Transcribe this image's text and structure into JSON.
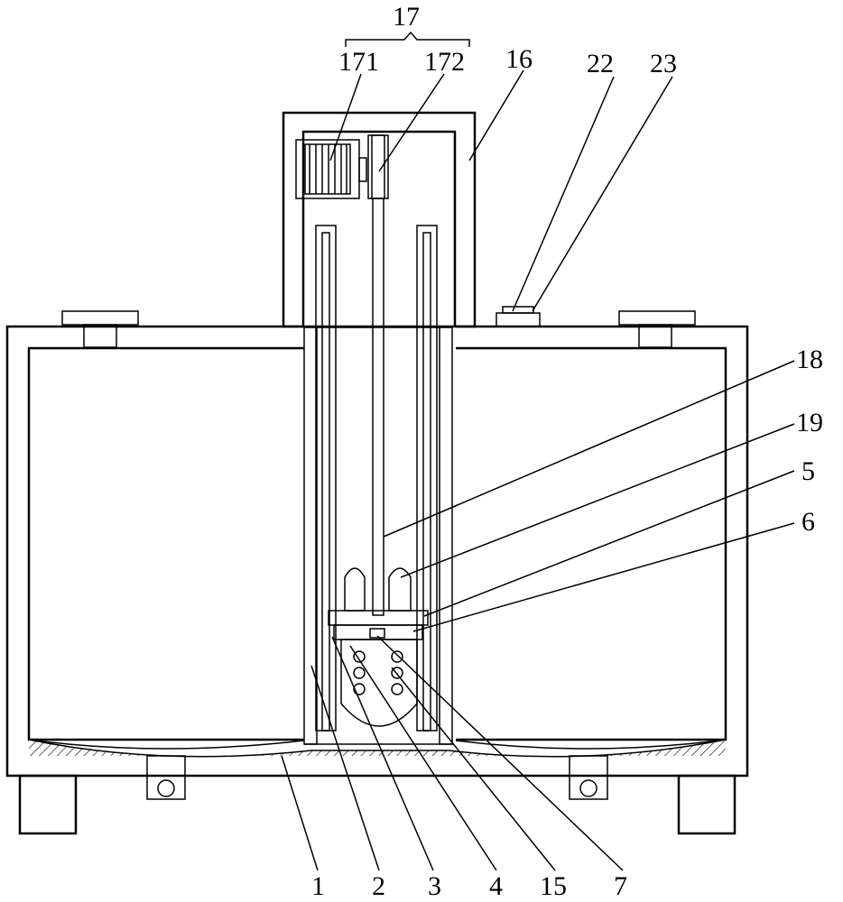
{
  "labels": {
    "l17": "17",
    "l171": "171",
    "l172": "172",
    "l16": "16",
    "l22": "22",
    "l23": "23",
    "l18": "18",
    "l19": "19",
    "l5": "5",
    "l6": "6",
    "l1": "1",
    "l2": "2",
    "l3": "3",
    "l4": "4",
    "l15": "15",
    "l7": "7"
  }
}
